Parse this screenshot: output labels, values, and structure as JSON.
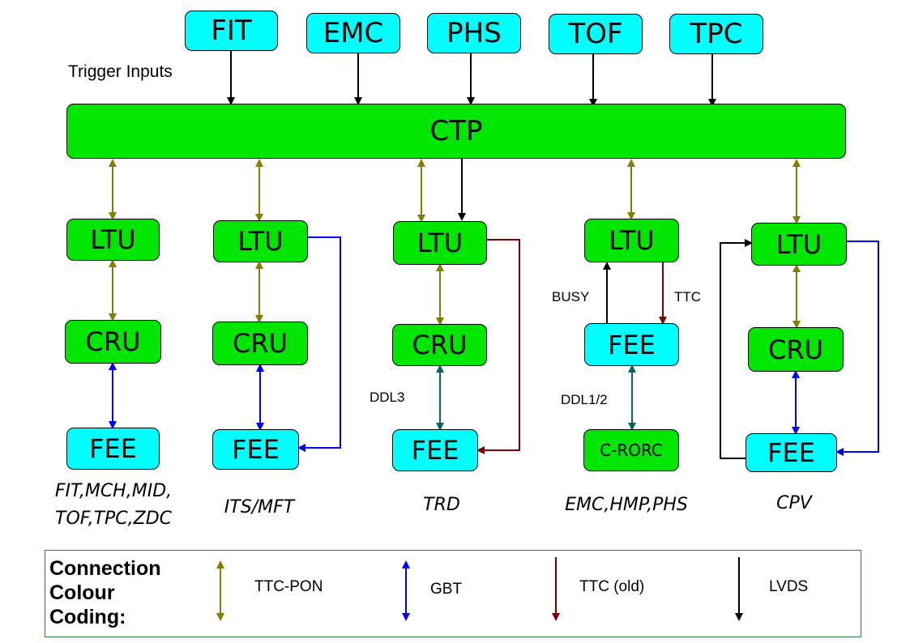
{
  "detectors_top": [
    "FIT",
    "EMC",
    "PHS",
    "TOF",
    "TPC"
  ],
  "trigger_inputs_label": "Trigger Inputs",
  "ctp_label": "CTP",
  "columns": [
    {
      "ltu": "LTU",
      "cru": "CRU",
      "fee": "FEE",
      "caption_line1": "FIT,MCH,MID,",
      "caption_line2": "TOF,TPC,ZDC"
    },
    {
      "ltu": "LTU",
      "cru": "CRU",
      "fee": "FEE",
      "caption_line1": "ITS/MFT"
    },
    {
      "ltu": "LTU",
      "cru": "CRU",
      "fee": "FEE",
      "link_label": "DDL3",
      "caption_line1": "TRD"
    },
    {
      "ltu": "LTU",
      "fee": "FEE",
      "rorc": "C-RORC",
      "busy_label": "BUSY",
      "ttc_label": "TTC",
      "link_label": "DDL1/2",
      "caption_line1": "EMC,HMP,PHS"
    },
    {
      "ltu": "LTU",
      "cru": "CRU",
      "fee": "FEE",
      "caption_line1": "CPV"
    }
  ],
  "legend": {
    "title_lines": [
      "Connection",
      "Colour",
      "Coding:"
    ],
    "items": [
      {
        "label": "TTC-PON",
        "color": "#808000"
      },
      {
        "label": "GBT",
        "color": "#0000ff"
      },
      {
        "label": "TTC (old)",
        "color": "#800000"
      },
      {
        "label": "LVDS",
        "color": "#000000"
      }
    ]
  },
  "colors": {
    "detector_box": "#00ffff",
    "module_box": "#00e600",
    "ttc_pon": "#808000",
    "gbt": "#0000ff",
    "ttc_old": "#800000",
    "lvds": "#000000",
    "ddl": "#006666"
  }
}
